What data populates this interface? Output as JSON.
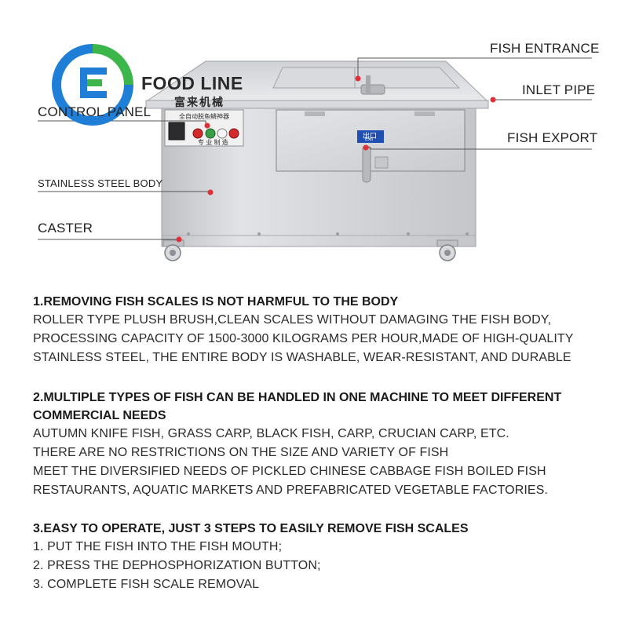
{
  "brand": {
    "name": "FOOD LINE",
    "subtitle": "富来机械"
  },
  "machine": {
    "panel_title": "全自动脱鱼鳞神器",
    "panel_footer": "专 业 制 造",
    "exit_sign": "出口",
    "exit_sign_en": "Exit"
  },
  "callouts": {
    "fish_entrance": "FISH ENTRANCE",
    "inlet_pipe": "INLET PIPE",
    "control_panel": "CONTROL PANEL",
    "fish_export": "FISH EXPORT",
    "stainless_steel_body": "STAINLESS STEEL BODY",
    "caster": "CASTER"
  },
  "sections": [
    {
      "title_lines": [
        "1.REMOVING FISH SCALES IS NOT HARMFUL TO THE BODY"
      ],
      "lines": [
        "ROLLER TYPE PLUSH BRUSH,CLEAN SCALES WITHOUT DAMAGING THE FISH BODY,",
        "PROCESSING CAPACITY OF 1500-3000 KILOGRAMS PER HOUR,MADE OF HIGH-QUALITY",
        "STAINLESS STEEL, THE ENTIRE BODY IS WASHABLE, WEAR-RESISTANT, AND DURABLE"
      ]
    },
    {
      "title_lines": [
        "2.MULTIPLE TYPES OF FISH CAN BE HANDLED IN ONE MACHINE TO MEET DIFFERENT",
        "COMMERCIAL NEEDS"
      ],
      "lines": [
        "AUTUMN KNIFE FISH, GRASS CARP, BLACK FISH, CARP, CRUCIAN CARP, ETC.",
        "THERE ARE NO RESTRICTIONS ON THE SIZE AND VARIETY OF FISH",
        "MEET THE DIVERSIFIED NEEDS OF PICKLED CHINESE CABBAGE FISH BOILED FISH",
        "RESTAURANTS, AQUATIC MARKETS AND PREFABRICATED VEGETABLE FACTORIES."
      ]
    },
    {
      "title_lines": [
        "3.EASY TO OPERATE, JUST 3 STEPS TO EASILY REMOVE FISH SCALES"
      ],
      "lines": [
        "1. PUT THE FISH INTO THE FISH MOUTH;",
        "2. PRESS THE DEPHOSPHORIZATION BUTTON;",
        "3. COMPLETE FISH SCALE REMOVAL"
      ]
    }
  ],
  "colors": {
    "steel_light": "#dcdde0",
    "steel_mid": "#c6c8cc",
    "steel_dark": "#a9acb1",
    "logo_blue": "#1f7fd6",
    "logo_green": "#3cb54a",
    "callout_dot": "#e0303a",
    "exit_sign_bg": "#1f4fb3"
  }
}
